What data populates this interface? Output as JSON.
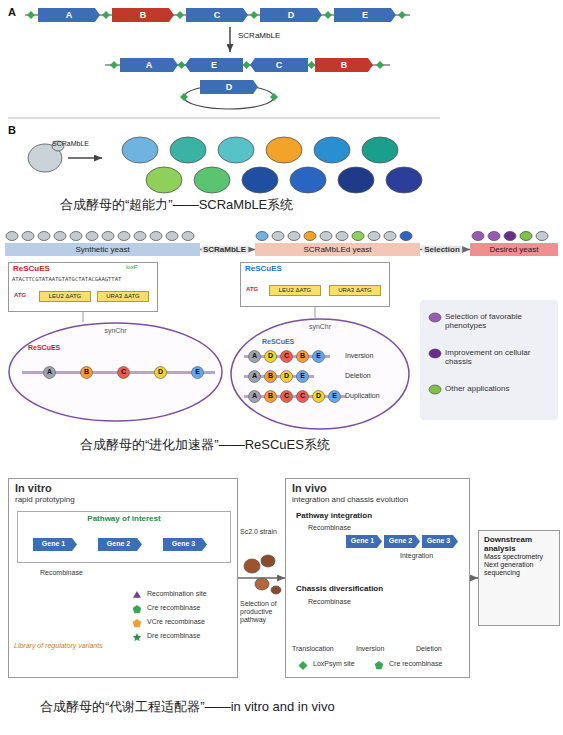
{
  "diagram": {
    "nodes": [
      {
        "text": [
          "A"
        ]
      },
      {
        "text": [
          "B"
        ]
      },
      {
        "text": [
          "C"
        ]
      },
      {
        "text": [
          "D"
        ]
      },
      {
        "text": [
          "E"
        ]
      },
      {
        "text": [
          "A"
        ]
      },
      {
        "text": [
          "E"
        ]
      },
      {
        "text": [
          "C"
        ]
      },
      {
        "text": [
          "B"
        ]
      },
      {
        "text": [
          "D"
        ]
      },
      {
        "text": [
          "Synthetic yeast"
        ]
      },
      {
        "text": [
          "SCRaMbLEd yeast"
        ]
      },
      {
        "text": [
          "Desired yeast"
        ]
      },
      {
        "text": [
          "ReSCuES"
        ]
      },
      {
        "text": [
          "LEU2 ΔATG"
        ],
        "in": 13
      },
      {
        "text": [
          "URA3 ΔATG"
        ],
        "in": 13
      },
      {
        "text": [
          "synChr"
        ]
      },
      {
        "text": [
          "A"
        ],
        "in": 16
      },
      {
        "text": [
          "B"
        ],
        "in": 16
      },
      {
        "text": [
          "C"
        ],
        "in": 16
      },
      {
        "text": [
          "D"
        ],
        "in": 16
      },
      {
        "text": [
          "E"
        ],
        "in": 16
      },
      {
        "text": [
          "ReSCuES"
        ]
      },
      {
        "text": [
          "LEU2 ΔATG"
        ],
        "in": 22
      },
      {
        "text": [
          "URA3 ΔATG"
        ],
        "in": 22
      },
      {
        "text": [
          "synChr"
        ]
      },
      {
        "text": [
          "A"
        ],
        "in": 25
      },
      {
        "text": [
          "D"
        ],
        "in": 25
      },
      {
        "text": [
          "C"
        ],
        "in": 25
      },
      {
        "text": [
          "B"
        ],
        "in": 25
      },
      {
        "text": [
          "E"
        ],
        "in": 25
      },
      {
        "text": [
          "A"
        ],
        "in": 25
      },
      {
        "text": [
          "B"
        ],
        "in": 25
      },
      {
        "text": [
          "D"
        ],
        "in": 25
      },
      {
        "text": [
          "E"
        ],
        "in": 25
      },
      {
        "text": [
          "A"
        ],
        "in": 25
      },
      {
        "text": [
          "B"
        ],
        "in": 25
      },
      {
        "text": [
          "C"
        ],
        "in": 25
      },
      {
        "text": [
          "C"
        ],
        "in": 25
      },
      {
        "text": [
          "D"
        ],
        "in": 25
      },
      {
        "text": [
          "E"
        ],
        "in": 25
      },
      {
        "text": [
          "In vitro",
          "rapid prototyping"
        ]
      },
      {
        "text": [
          "Pathway of interest"
        ],
        "in": 41
      },
      {
        "text": [
          "Gene 1"
        ],
        "in": 42
      },
      {
        "text": [
          "Gene 2"
        ],
        "in": 42
      },
      {
        "text": [
          "Gene 3"
        ],
        "in": 42
      },
      {
        "text": [
          "In vivo",
          "integration and chassis evolution"
        ]
      },
      {
        "text": [
          "Gene 1"
        ],
        "in": 46
      },
      {
        "text": [
          "Gene 2"
        ],
        "in": 46
      },
      {
        "text": [
          "Gene 3"
        ],
        "in": 46
      },
      {
        "text": [
          "Downstream analysis",
          "Mass spectrometry",
          "Next generation sequencing"
        ]
      }
    ],
    "edges": [
      {
        "from": 10,
        "to": 11,
        "label": "SCRaMbLE",
        "arrow": "to"
      },
      {
        "from": 11,
        "to": 12,
        "label": "Selection",
        "arrow": "to"
      },
      {
        "from": 41,
        "to": 46,
        "arrow": "to"
      },
      {
        "from": 46,
        "to": 50,
        "arrow": "to"
      }
    ],
    "labels": [
      "A",
      "SCRaMbLE",
      "B",
      "SCRaMbLE",
      "合成酵母的“超能力”——SCRaMbLE系统",
      "ATACTTCGTATAATGTATGCTATACGAAGTTAT",
      "loxP",
      "ATG",
      "ReSCuES",
      "ATG",
      "ReSCuES",
      "Inversion",
      "Deletion",
      "Duplication",
      "合成酵母的“进化加速器”——ReSCuES系统",
      "Recombinase",
      "Library of regulatory variants",
      "Sc2.0 strain",
      "Selection of productive pathway",
      "Pathway integration",
      "Recombinase",
      "Integration",
      "Chassis diversification",
      "Recombinase",
      "Translocation",
      "Inversion",
      "Deletion",
      "合成酵母的“代谢工程适配器”——in vitro and in vivo"
    ],
    "legend": [
      {
        "text": "Selection of favorable phenotypes",
        "color": "#9b59b6"
      },
      {
        "text": "Improvement on cellular chassis",
        "color": "#6a2c91"
      },
      {
        "text": "Other applications",
        "color": "#7dc242"
      },
      {
        "text": "Recombination site"
      },
      {
        "text": "Cre recombinase"
      },
      {
        "text": "VCre recombinase"
      },
      {
        "text": "Dre recombinase"
      },
      {
        "text": "LoxPsym site"
      },
      {
        "text": "Cre recombinase"
      }
    ]
  }
}
